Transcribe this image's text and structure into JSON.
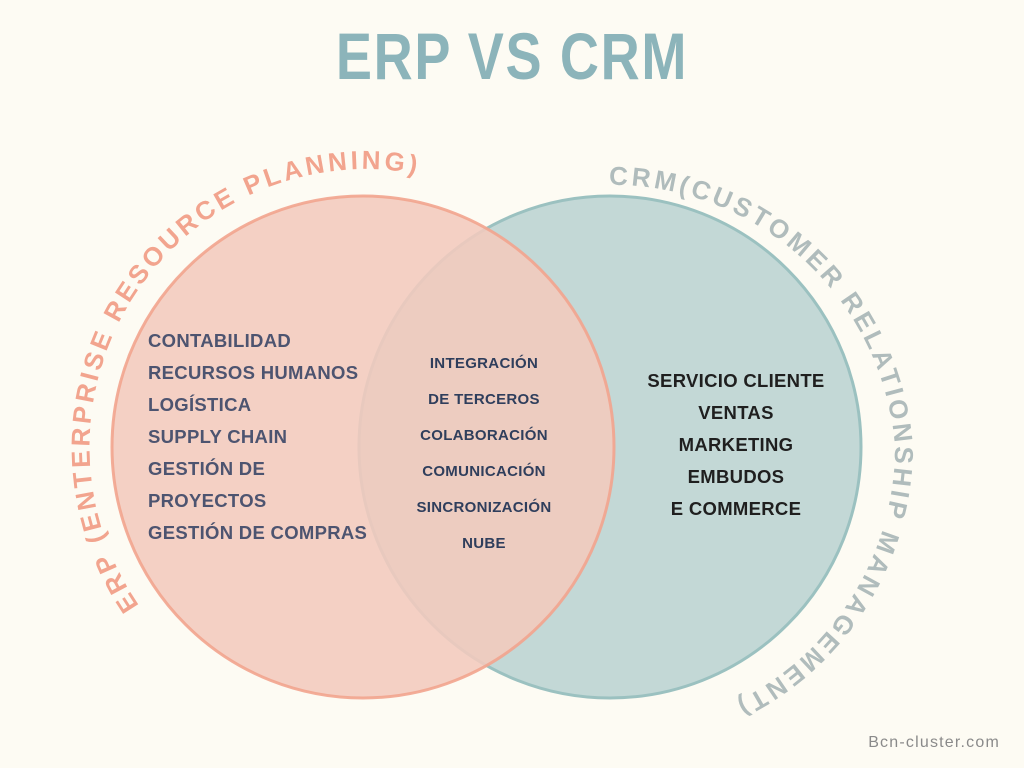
{
  "page": {
    "title": "ERP VS CRM",
    "background_color": "#fdfbf3",
    "watermark": "Bcn-cluster.com"
  },
  "colors": {
    "title": "#8cb4ba",
    "erp_fill": "#f4d2c8",
    "erp_stroke": "#f2a48e",
    "crm_fill": "#c3d8d6",
    "crm_stroke": "#9bc1c0",
    "erp_label": "#f2a48e",
    "crm_label": "#b0bcbc",
    "erp_list_text": "#4d5470",
    "shared_list_text": "#2f3e5c",
    "crm_list_text": "#1f1f1f",
    "watermark": "#8a8a8a"
  },
  "venn": {
    "left_circle": {
      "label_curved": "ERP (ENTERPRISE RESOURCE PLANNING)",
      "items": [
        "CONTABILIDAD",
        "RECURSOS HUMANOS",
        "LOGÍSTICA",
        "SUPPLY CHAIN",
        "GESTIÓN DE",
        "PROYECTOS",
        "GESTIÓN DE COMPRAS"
      ]
    },
    "overlap": {
      "items": [
        "INTEGRACIÓN",
        "DE TERCEROS",
        "COLABORACIÓN",
        "COMUNICACIÓN",
        "SINCRONIZACIÓN",
        "NUBE"
      ]
    },
    "right_circle": {
      "label_curved": "CRM(CUSTOMER RELATIONSHIP MANAGEMENT)",
      "items": [
        "SERVICIO CLIENTE",
        "VENTAS",
        "MARKETING",
        "EMBUDOS",
        "E COMMERCE"
      ]
    }
  }
}
